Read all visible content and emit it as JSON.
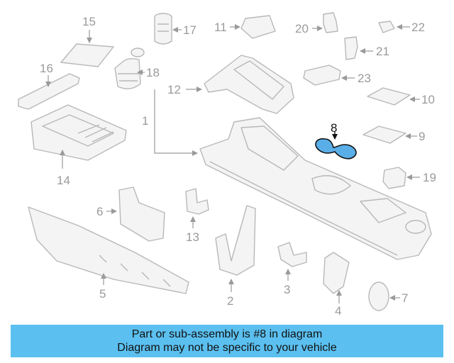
{
  "callouts": {
    "c1": "1",
    "c2": "2",
    "c3": "3",
    "c4": "4",
    "c5": "5",
    "c6": "6",
    "c7": "7",
    "c8": "8",
    "c9": "9",
    "c10": "10",
    "c11": "11",
    "c12": "12",
    "c13": "13",
    "c14": "14",
    "c15": "15",
    "c16": "16",
    "c17": "17",
    "c18": "18",
    "c19": "19",
    "c20": "20",
    "c21": "21",
    "c22": "22",
    "c23": "23"
  },
  "highlight_color": "#5aaee8",
  "banner": {
    "color": "#5bc0f0",
    "line1": "Part or sub-assembly is #8 in diagram",
    "line2": "Diagram may not be specific to your vehicle"
  }
}
